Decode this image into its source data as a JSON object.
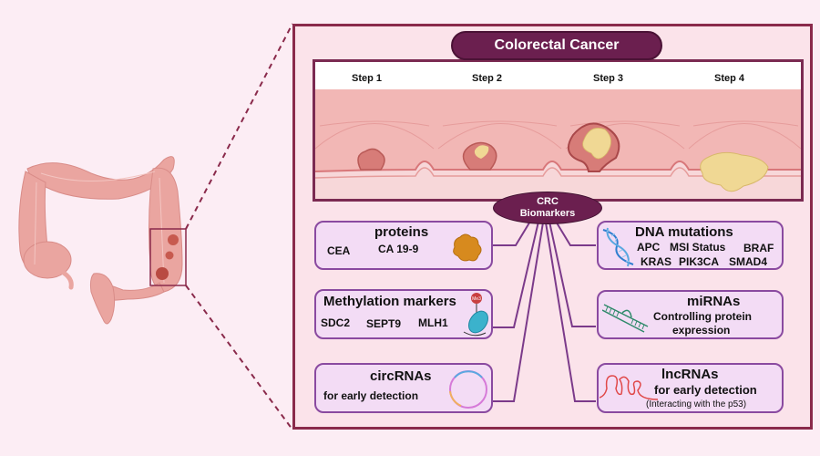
{
  "title": "Colorectal Cancer",
  "stages": {
    "steps": [
      "Step 1",
      "Step 2",
      "Step 3",
      "Step 4"
    ]
  },
  "hub": {
    "line1": "CRC",
    "line2": "Biomarkers"
  },
  "cards": {
    "proteins": {
      "title": "proteins",
      "items": [
        "CEA",
        "CA 19-9"
      ],
      "icon": "protein-icon"
    },
    "methylation": {
      "title": "Methylation markers",
      "items": [
        "SDC2",
        "SEPT9",
        "MLH1"
      ],
      "badge": "Me3",
      "icon": "nucleosome-icon"
    },
    "circrnas": {
      "title": "circRNAs",
      "subtitle": "for early detection",
      "icon": "circular-rna-icon"
    },
    "dna": {
      "title": "DNA mutations",
      "row1": [
        "APC",
        "MSI Status",
        "BRAF"
      ],
      "row2": [
        "KRAS",
        "PIK3CA",
        "SMAD4"
      ],
      "icon": "dna-helix-icon"
    },
    "mirnas": {
      "title": "miRNAs",
      "line1": "Controlling protein",
      "line2": "expression",
      "icon": "mirna-hairpin-icon"
    },
    "lncrnas": {
      "title": "lncRNAs",
      "subtitle": "for early detection",
      "note": "(Interacting with the p53)",
      "icon": "lncrna-icon"
    }
  },
  "colors": {
    "frame": "#8a2a4b",
    "pill": "#6b1f4f",
    "card_border": "#8a4aa0",
    "card_fill": "#f3dcf5",
    "panel_fill": "#fbe3ea",
    "background": "#fcedf4"
  }
}
